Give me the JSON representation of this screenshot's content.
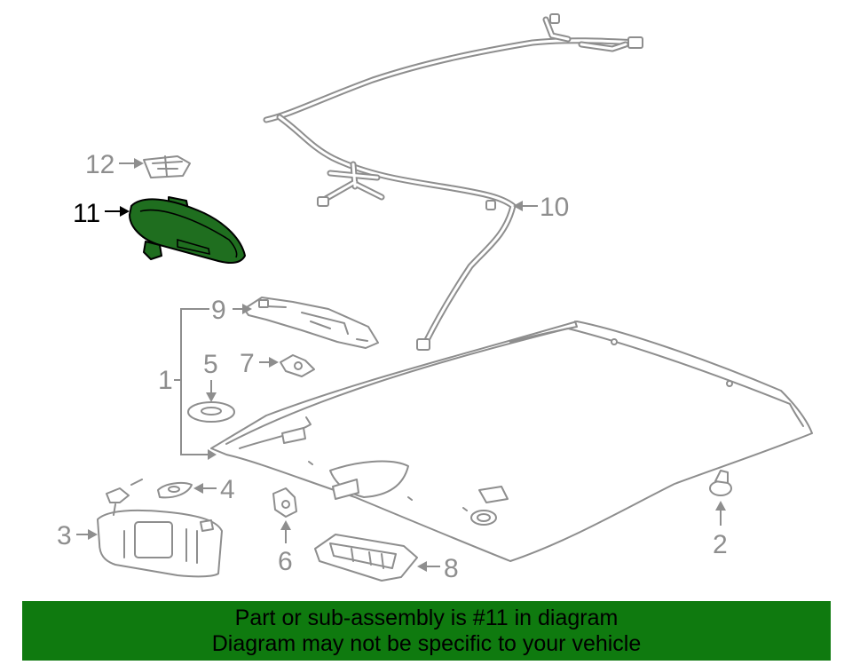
{
  "diagram": {
    "labels": {
      "l1": "1",
      "l2": "2",
      "l3": "3",
      "l4": "4",
      "l5": "5",
      "l6": "6",
      "l7": "7",
      "l8": "8",
      "l9": "9",
      "l10": "10",
      "l11": "11",
      "l12": "12"
    },
    "highlighted_part": "11",
    "highlight_color": "#1f6e1f",
    "line_color": "#8e8e8e"
  },
  "banner": {
    "line1": "Part or sub-assembly is #11 in diagram",
    "line2": "Diagram may not be specific to your vehicle",
    "background": "#0f7a0f"
  }
}
